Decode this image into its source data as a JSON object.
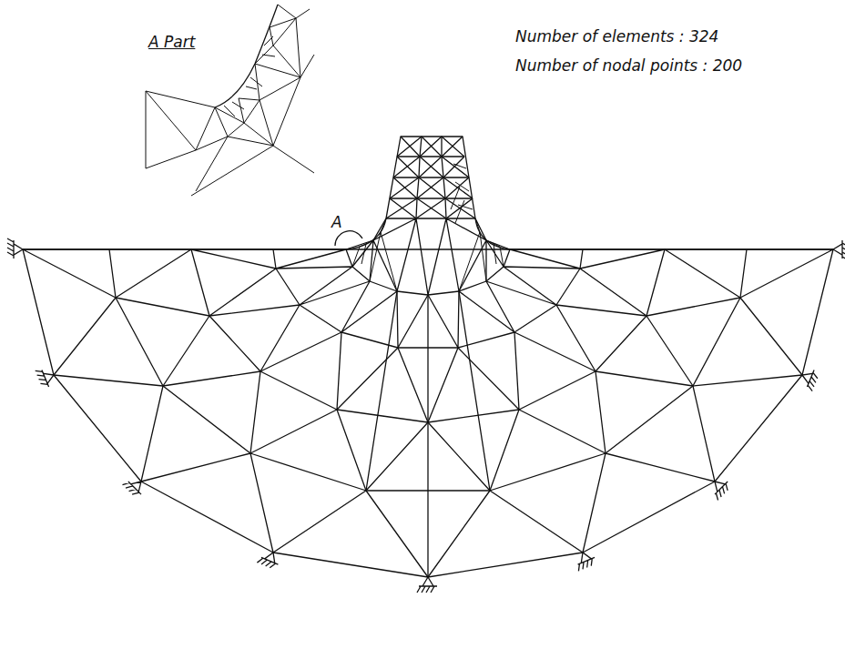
{
  "diagram": {
    "labels": [
      "A Part",
      "Number of elements : 324",
      "Number of nodal points : 200",
      "A"
    ]
  }
}
